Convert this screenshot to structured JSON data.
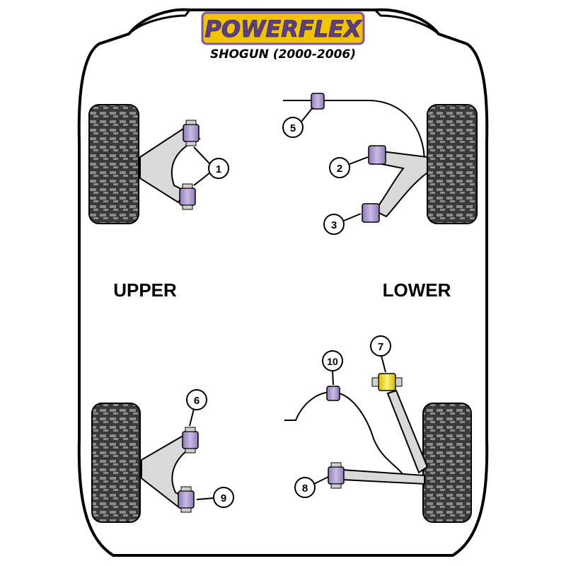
{
  "brand": {
    "name": "POWERFLEX",
    "model": "SHOGUN (2000-2006)",
    "logo_yellow": "#f2c400",
    "logo_purple": "#7a5aa6"
  },
  "sections": {
    "upper_label": "UPPER",
    "lower_label": "LOWER"
  },
  "colors": {
    "bushing_purple": "#b7a6d6",
    "bushing_yellow": "#f2dc2a",
    "arm_grey": "#d9d9d9",
    "tyre_dark": "#3a3a3a",
    "outline": "#000000"
  },
  "callouts": [
    {
      "id": "c1",
      "number": "1"
    },
    {
      "id": "c2",
      "number": "2"
    },
    {
      "id": "c3",
      "number": "3"
    },
    {
      "id": "c5",
      "number": "5"
    },
    {
      "id": "c6",
      "number": "6"
    },
    {
      "id": "c7",
      "number": "7"
    },
    {
      "id": "c8",
      "number": "8"
    },
    {
      "id": "c9",
      "number": "9"
    },
    {
      "id": "c10",
      "number": "10"
    }
  ]
}
